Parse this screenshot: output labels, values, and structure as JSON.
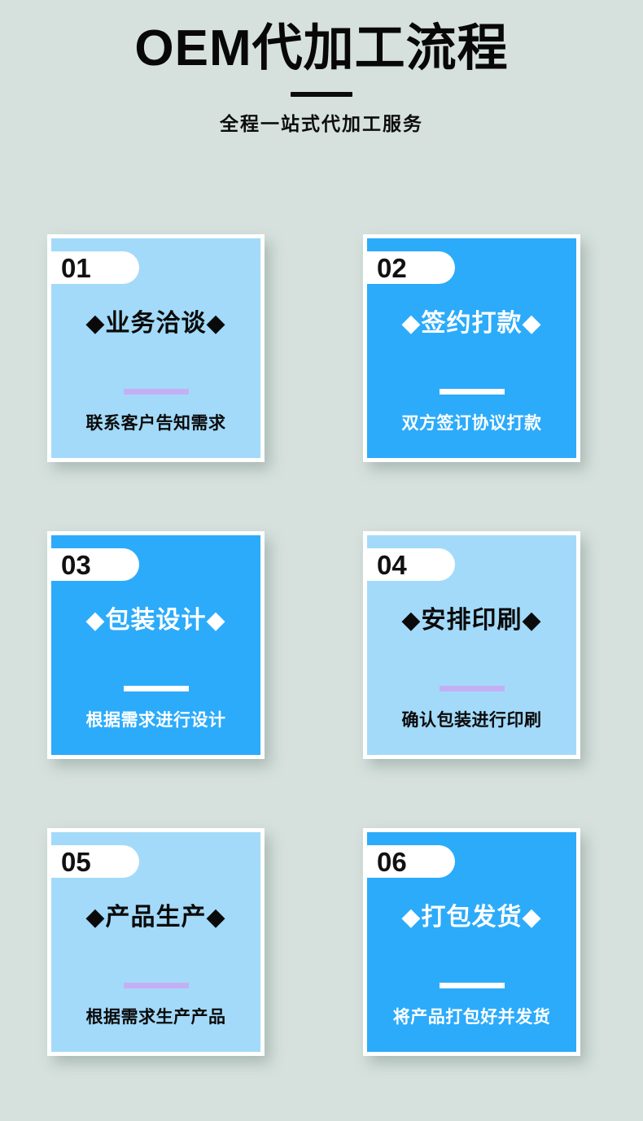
{
  "header": {
    "title": "OEM代加工流程",
    "subtitle": "全程一站式代加工服务"
  },
  "colors": {
    "page_background": "#d6e1dd",
    "card_light": "#a3daf9",
    "card_dark": "#2cabfa",
    "card_border": "#ffffff",
    "divider_light_card": "#c5aff4",
    "divider_dark_card": "#ffffff",
    "text_dark": "#0a0a0a",
    "text_light": "#ffffff",
    "badge_background": "#ffffff"
  },
  "steps": [
    {
      "number": "01",
      "title": "◆业务洽谈◆",
      "description": "联系客户告知需求",
      "theme": "light"
    },
    {
      "number": "02",
      "title": "◆签约打款◆",
      "description": "双方签订协议打款",
      "theme": "dark"
    },
    {
      "number": "03",
      "title": "◆包装设计◆",
      "description": "根据需求进行设计",
      "theme": "dark"
    },
    {
      "number": "04",
      "title": "◆安排印刷◆",
      "description": "确认包装进行印刷",
      "theme": "light"
    },
    {
      "number": "05",
      "title": "◆产品生产◆",
      "description": "根据需求生产产品",
      "theme": "light"
    },
    {
      "number": "06",
      "title": "◆打包发货◆",
      "description": "将产品打包好并发货",
      "theme": "dark"
    }
  ]
}
